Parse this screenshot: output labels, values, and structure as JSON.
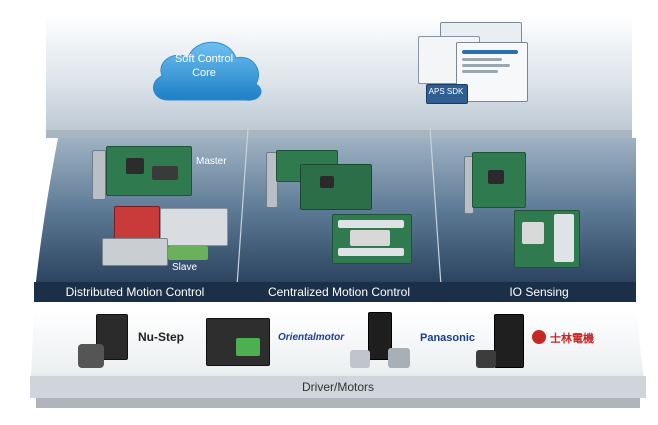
{
  "top_layer": {
    "cloud_label_line1": "Soft Control",
    "cloud_label_line2": "Core",
    "sdk_label": "APS SDK"
  },
  "middle_layer": {
    "master_label": "Master",
    "slave_label": "Slave",
    "sections": [
      {
        "label": "Distributed Motion Control"
      },
      {
        "label": "Centralized Motion Control"
      },
      {
        "label": "IO Sensing"
      }
    ]
  },
  "bottom_layer": {
    "brands": [
      {
        "name": "Nu-Step"
      },
      {
        "name": "Orientalmotor"
      },
      {
        "name": "Panasonic"
      },
      {
        "name": "士林電機"
      }
    ],
    "label": "Driver/Motors"
  },
  "colors": {
    "panel_top": "#8aa0b3",
    "panel_bottom": "#1e3450",
    "label_bar": "#1b3048",
    "cloud": "#3a9ad8",
    "pcb_green": "#2f7a4f"
  }
}
